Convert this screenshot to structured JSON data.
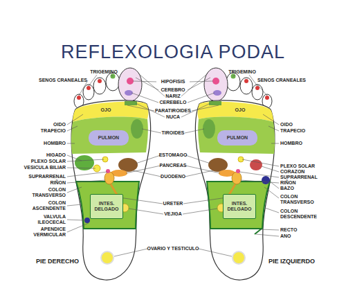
{
  "diagram": {
    "title": "REFLEXOLOGIA PODAL",
    "nodes": [
      {
        "text": [
          "OJO"
        ]
      },
      {
        "text": [
          "PULMON"
        ]
      },
      {
        "text": [
          "INTES. DELGADO"
        ]
      },
      {
        "text": [
          "OJO"
        ]
      },
      {
        "text": [
          "PULMON"
        ]
      },
      {
        "text": [
          "INTES. DELGADO"
        ]
      }
    ],
    "labels": [
      "TRIGEMINO",
      "SENOS CRANEALES",
      "OIDO",
      "TRAPECIO",
      "HOMBRO",
      "HIGADO",
      "PLEXO SOLAR",
      "VESICULA BILIAR",
      "SUPRARRENAL",
      "RIÑON",
      "COLON TRANSVERSO",
      "COLON ASCENDENTE",
      "VALVULA ILEOCECAL",
      "APENDICE VERMICULAR",
      "PIE DERECHO",
      "HIPOFISIS",
      "CEREBRO",
      "NARIZ",
      "CEREBELO",
      "PARATIROIDES",
      "NUCA",
      "TIROIDES",
      "ESTOMAGO",
      "PANCREAS",
      "DUODENO",
      "URETER",
      "VEJIGA",
      "OVARIO Y TESTICULO",
      "TRIGEMINO",
      "SENOS CRANEALES",
      "OIDO",
      "TRAPECIO",
      "HOMBRO",
      "PLEXO SOLAR",
      "CORAZON",
      "SUPRARRENAL",
      "RIÑON",
      "BAZO",
      "COLON TRANSVERSO",
      "COLON DESCENDENTE",
      "RECTO",
      "ANO",
      "PIE IZQUIERDO"
    ]
  }
}
